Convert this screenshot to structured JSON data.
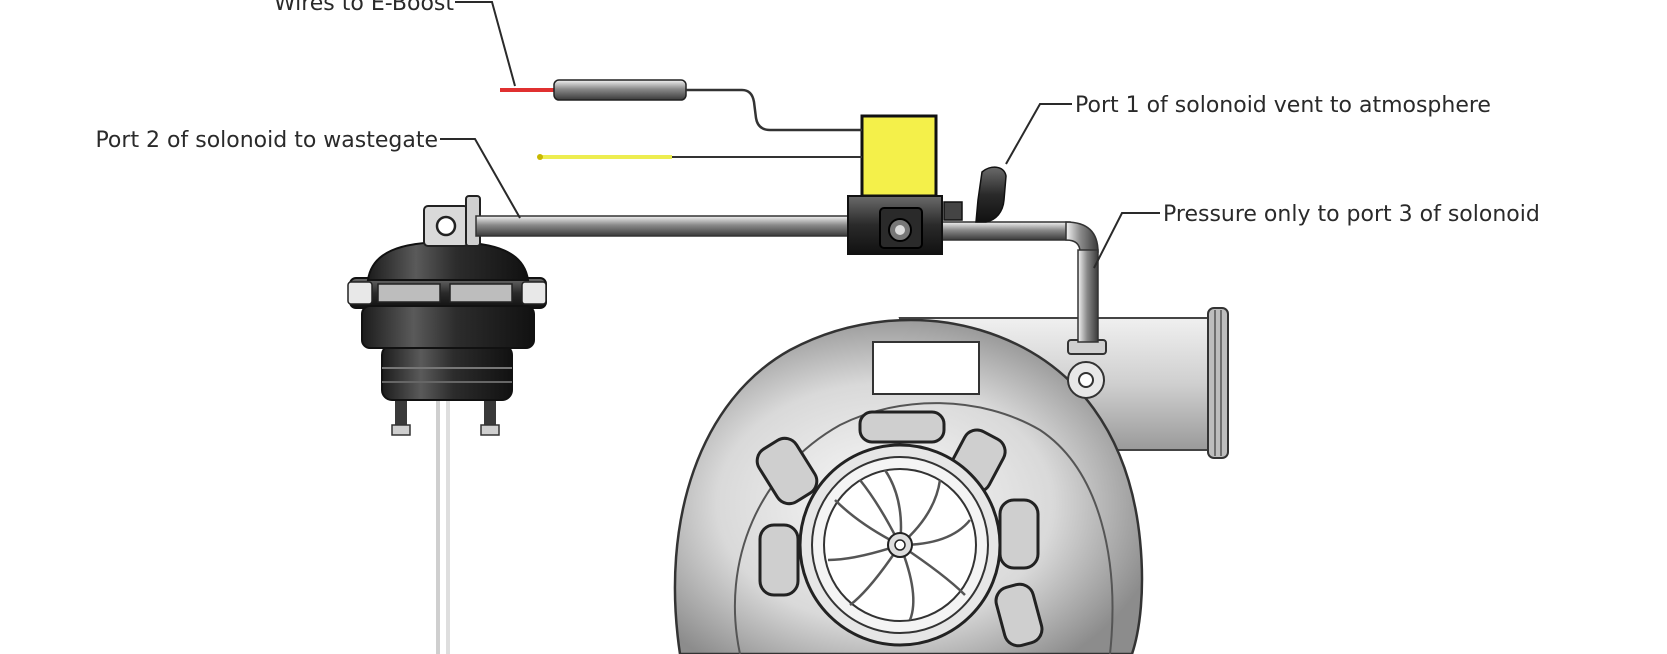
{
  "labels": {
    "wires": "Wires to E-Boost",
    "port2": "Port 2 of solonoid to wastegate",
    "port1": "Port 1 of solonoid vent to atmosphere",
    "port3": "Pressure only to port 3 of solonoid"
  },
  "colors": {
    "solenoid_body": "#f4f04a",
    "wire_red": "#e03030",
    "wire_yellow": "#eded50",
    "line": "#2a2a2a"
  }
}
